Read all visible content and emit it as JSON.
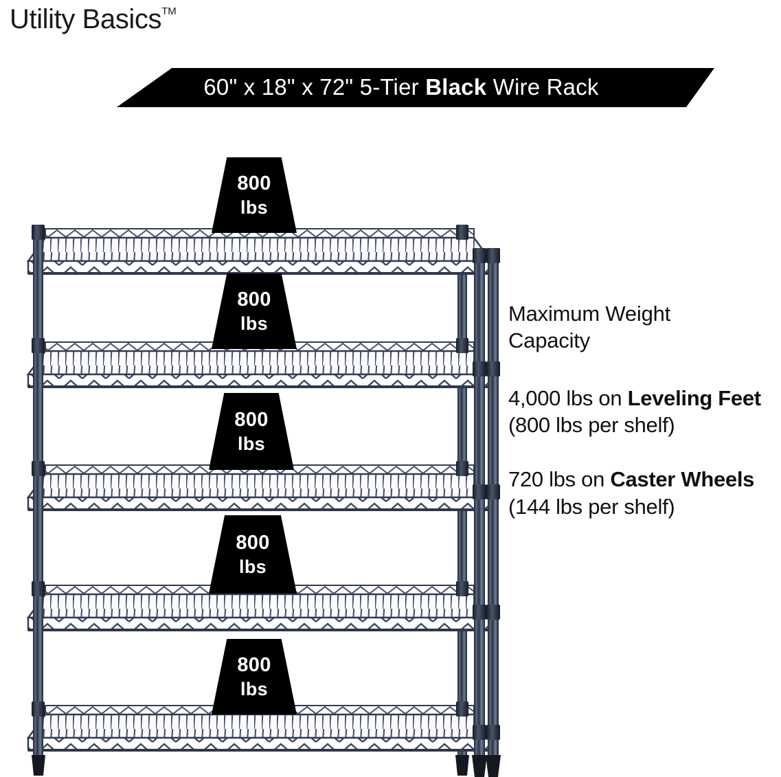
{
  "brand": {
    "name": "Utility Basics",
    "trademark": "TM"
  },
  "banner": {
    "dimensions": "60\" x 18\" x 72\"",
    "tier_label": "5-Tier",
    "emphasis": "Black",
    "product": "Wire Rack",
    "full_text_plain": "60\" x 18\" x 72\" 5-Tier Black Wire Rack",
    "background_color": "#000000",
    "text_color": "#ffffff"
  },
  "product": {
    "type": "wire-shelving-rack",
    "tier_count": 5,
    "width_in": 60,
    "depth_in": 18,
    "height_in": 72,
    "finish": "Black",
    "post_color": "#2b3347",
    "wire_color": "#3d4557"
  },
  "badges": [
    {
      "num": "800",
      "unit": "lbs",
      "tier": 1
    },
    {
      "num": "800",
      "unit": "lbs",
      "tier": 2
    },
    {
      "num": "800",
      "unit": "lbs",
      "tier": 3
    },
    {
      "num": "800",
      "unit": "lbs",
      "tier": 4
    },
    {
      "num": "800",
      "unit": "lbs",
      "tier": 5
    }
  ],
  "info": {
    "heading_line1": "Maximum Weight",
    "heading_line2": "Capacity",
    "leveling": {
      "total": "4,000 lbs on ",
      "bold": "Leveling Feet",
      "detail": " (800 lbs per shelf)"
    },
    "caster": {
      "total": "720 lbs on ",
      "bold": "Caster Wheels",
      "detail": " (144 lbs per shelf)"
    }
  }
}
